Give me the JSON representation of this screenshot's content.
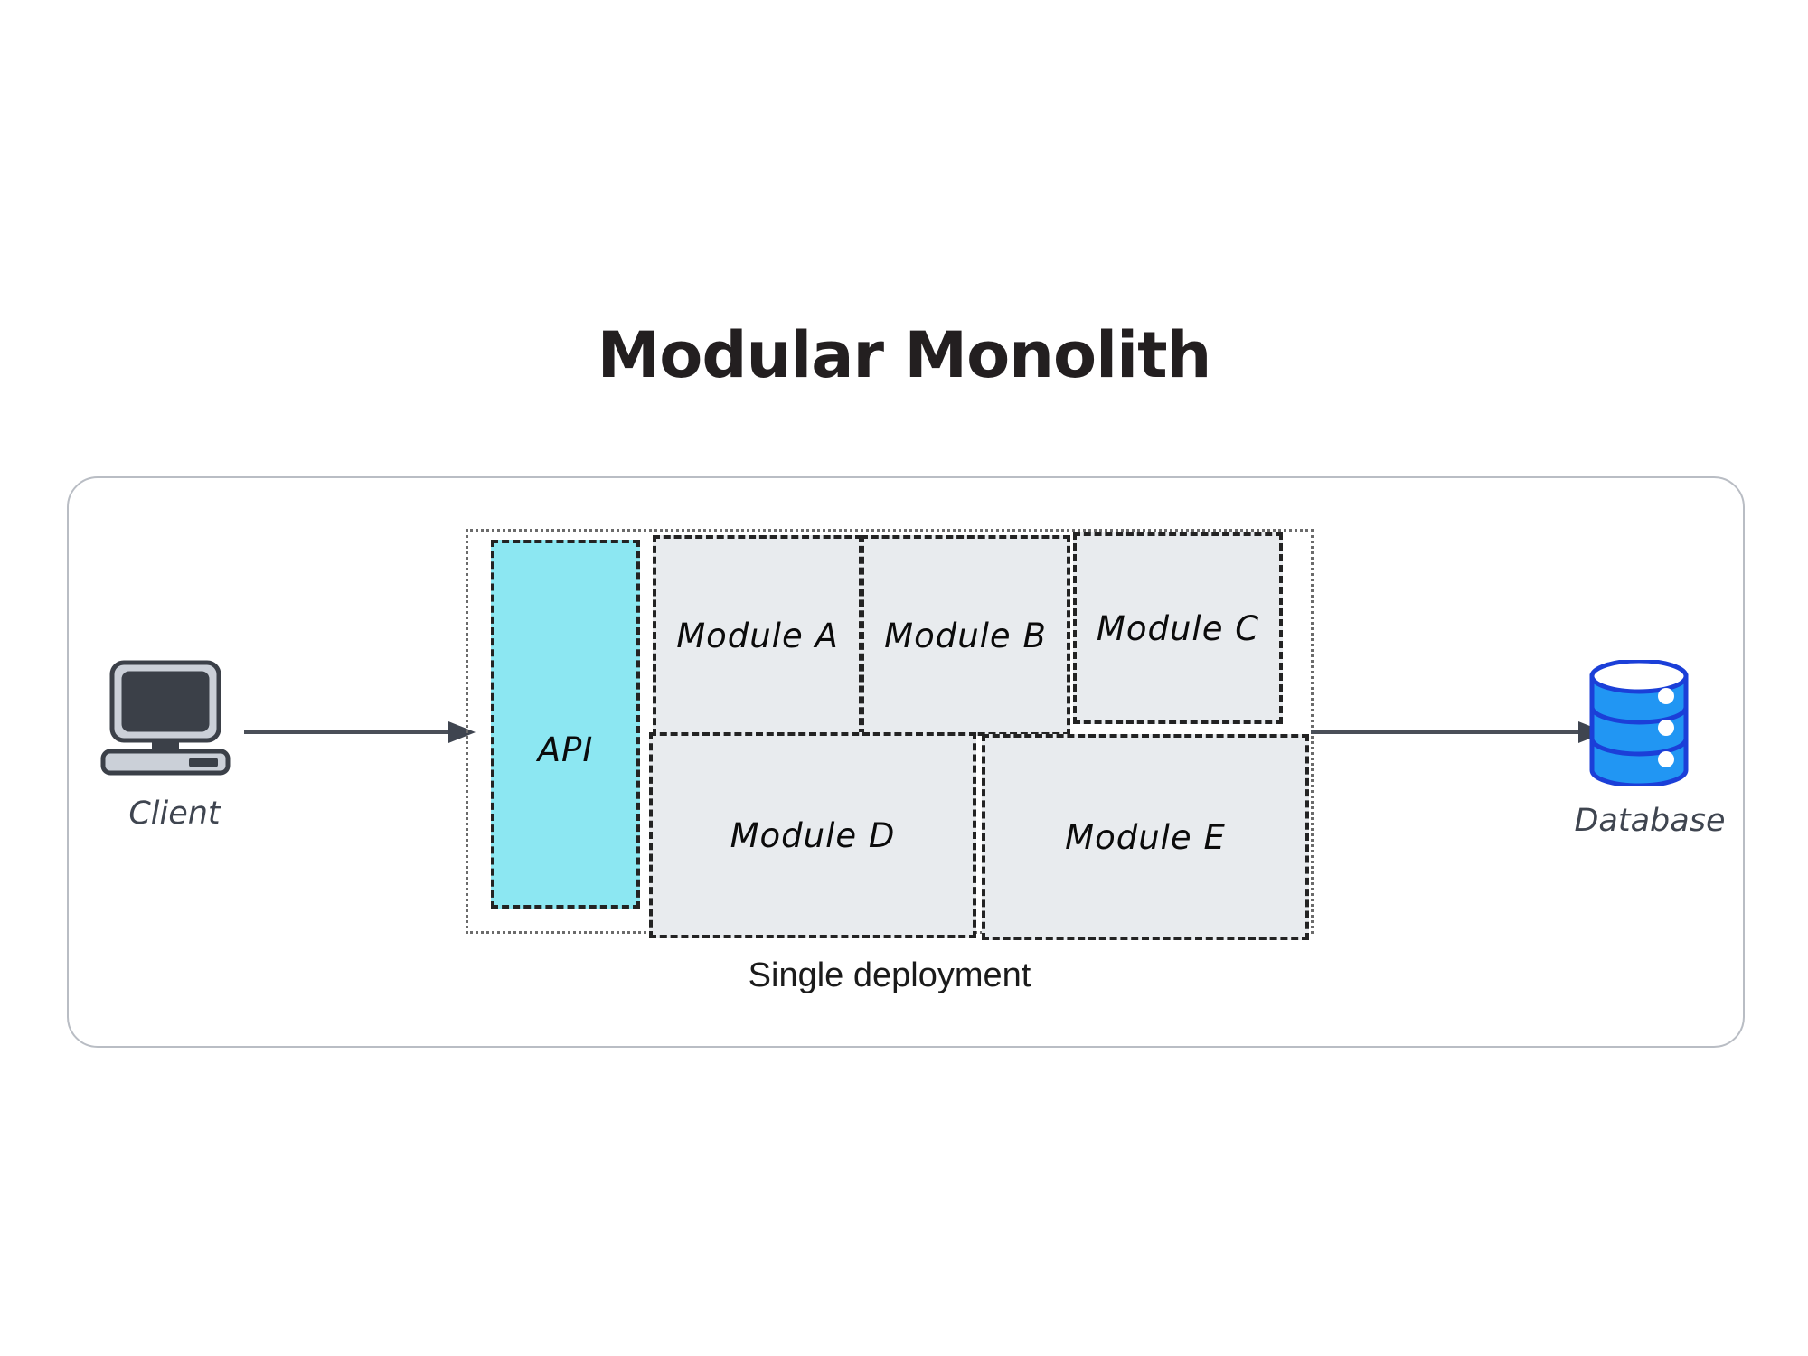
{
  "title": "Modular Monolith",
  "nodes": {
    "client": {
      "label": "Client",
      "icon": "computer-icon"
    },
    "database": {
      "label": "Database",
      "icon": "database-cylinder-icon"
    }
  },
  "deployment": {
    "boundary_label": "Single deployment",
    "api": {
      "label": "API",
      "fill": "#8ce7f2"
    },
    "modules": [
      {
        "label": "Module A",
        "fill": "#e8ebee"
      },
      {
        "label": "Module B",
        "fill": "#e8ebee"
      },
      {
        "label": "Module C",
        "fill": "#e8ebee"
      },
      {
        "label": "Module D",
        "fill": "#e8ebee"
      },
      {
        "label": "Module E",
        "fill": "#e8ebee"
      }
    ]
  },
  "arrows": [
    {
      "name": "client-to-api",
      "from": "Client",
      "to": "API"
    },
    {
      "name": "api-to-database",
      "from": "Single deployment",
      "to": "Database"
    }
  ],
  "colors": {
    "title_text": "#231f20",
    "card_border": "#b9bdc4",
    "api_fill": "#8ce7f2",
    "module_fill": "#e8ebee",
    "box_border": "#232323",
    "boundary_border": "#6b6b6b",
    "arrow": "#4a4f58",
    "database_body": "#2196f3",
    "database_stroke": "#1b3fd8",
    "computer_bezel": "#cbd0d8",
    "computer_screen": "#3b4048",
    "label_text": "#3f4550"
  }
}
